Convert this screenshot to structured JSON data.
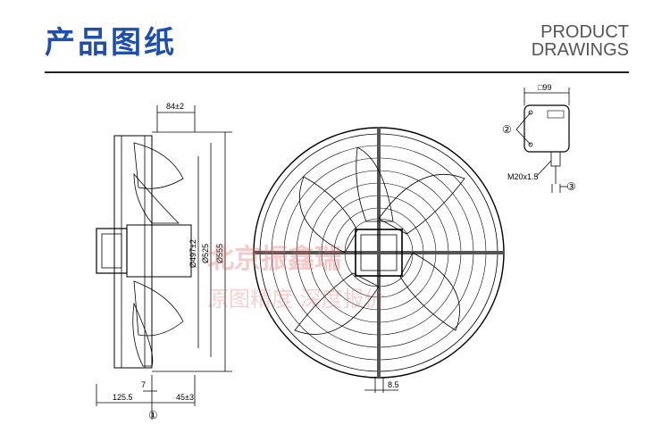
{
  "header": {
    "title_cn": "产品图纸",
    "title_en_line1": "PRODUCT",
    "title_en_line2": "DRAWINGS"
  },
  "side_view": {
    "dim_top": "84±2",
    "dim_d1": "Ø497±2",
    "dim_d2": "Ø525",
    "dim_d3": "Ø555",
    "dim_7": "7",
    "dim_125": "125.5",
    "dim_45": "45±3",
    "callout_1": "①"
  },
  "front_view": {
    "dim_8_5": "8.5"
  },
  "junction_box": {
    "dim_99": "□99",
    "callout_2": "②",
    "cable_gland": "M20x1.5",
    "callout_3": "③"
  },
  "watermark": {
    "line1": "北京振鑫瑞",
    "line2": "原图精度 深度报价"
  },
  "colors": {
    "title_blue": "#1f4fa8",
    "watermark_red": "#e06b6b"
  }
}
